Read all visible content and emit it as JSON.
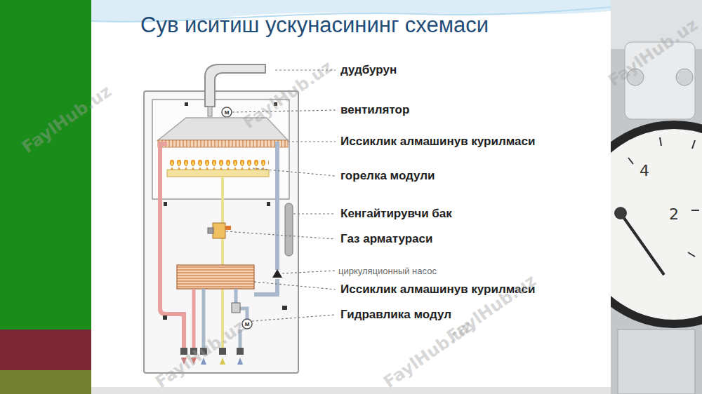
{
  "diagram": {
    "title": "Сув иситиш ускунасининг схемаси",
    "labels": [
      "дудбурун",
      "вентилятор",
      "Иссиклик алмашинув курилмаси",
      "горелка модули",
      "Кенгайтирувчи бак",
      "Газ арматураси",
      "циркуляционный насос",
      "Иссиклик алмашинув курилмаси",
      "Гидравлика модул",
      "M",
      "M",
      "4",
      "2",
      "FaylHub.uz",
      "FaylHub.uz",
      "FaylHub.uz",
      "FaylHub.uz",
      "FaylHub.uz",
      "FaylHub.uz"
    ]
  }
}
